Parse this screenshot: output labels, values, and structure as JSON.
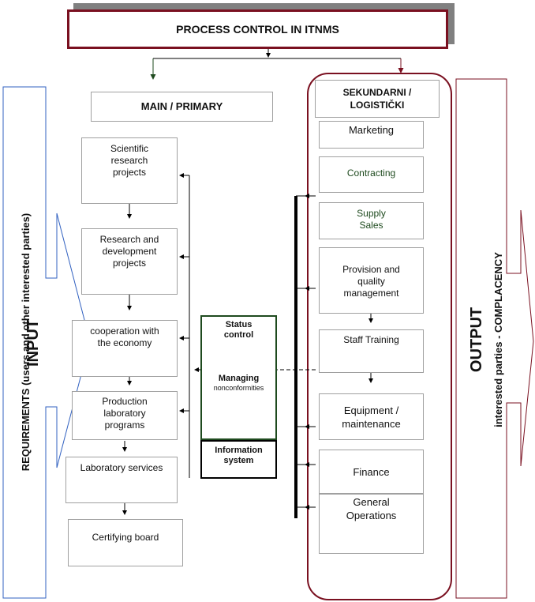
{
  "title": "PROCESS CONTROL IN ITNMS",
  "main_header": "MAIN / PRIMARY",
  "secondary_header": [
    "SEKUNDARNI /",
    "LOGISTIČKI"
  ],
  "primary_processes": [
    [
      "Scientific",
      "research",
      "projects"
    ],
    [
      "Research and",
      "development",
      "projects"
    ],
    [
      "cooperation with",
      "the economy"
    ],
    [
      "Production",
      "laboratory",
      "programs"
    ],
    [
      "Laboratory services"
    ],
    [
      "Certifying board"
    ]
  ],
  "secondary_processes": [
    [
      "Marketing"
    ],
    [
      "Contracting"
    ],
    [
      "Supply",
      "Sales"
    ],
    [
      "Provision and",
      "quality",
      "management"
    ],
    [
      "Staff Training"
    ],
    [
      "Equipment /",
      "maintenance"
    ],
    [
      "Finance"
    ],
    [
      "General",
      "Operations"
    ]
  ],
  "center": {
    "status_control": [
      "Status",
      "control"
    ],
    "managing": "Managing",
    "nonconformities": "nonconformities",
    "information_system": [
      "Information",
      "system"
    ]
  },
  "input_side": {
    "requirements": "REQUIREMENTS (users and other interested parties)",
    "input": "INPUT"
  },
  "output_side": {
    "output": "OUTPUT",
    "parties": "interested parties - COMPLACENCY"
  },
  "colors": {
    "title_border": "#7a1020",
    "secondary_border": "#7a1020",
    "green_arrow": "#1e4a1e",
    "input_arrow": "#3060c0",
    "output_arrow": "#7a1020",
    "center_border": "#1e4a1e"
  }
}
